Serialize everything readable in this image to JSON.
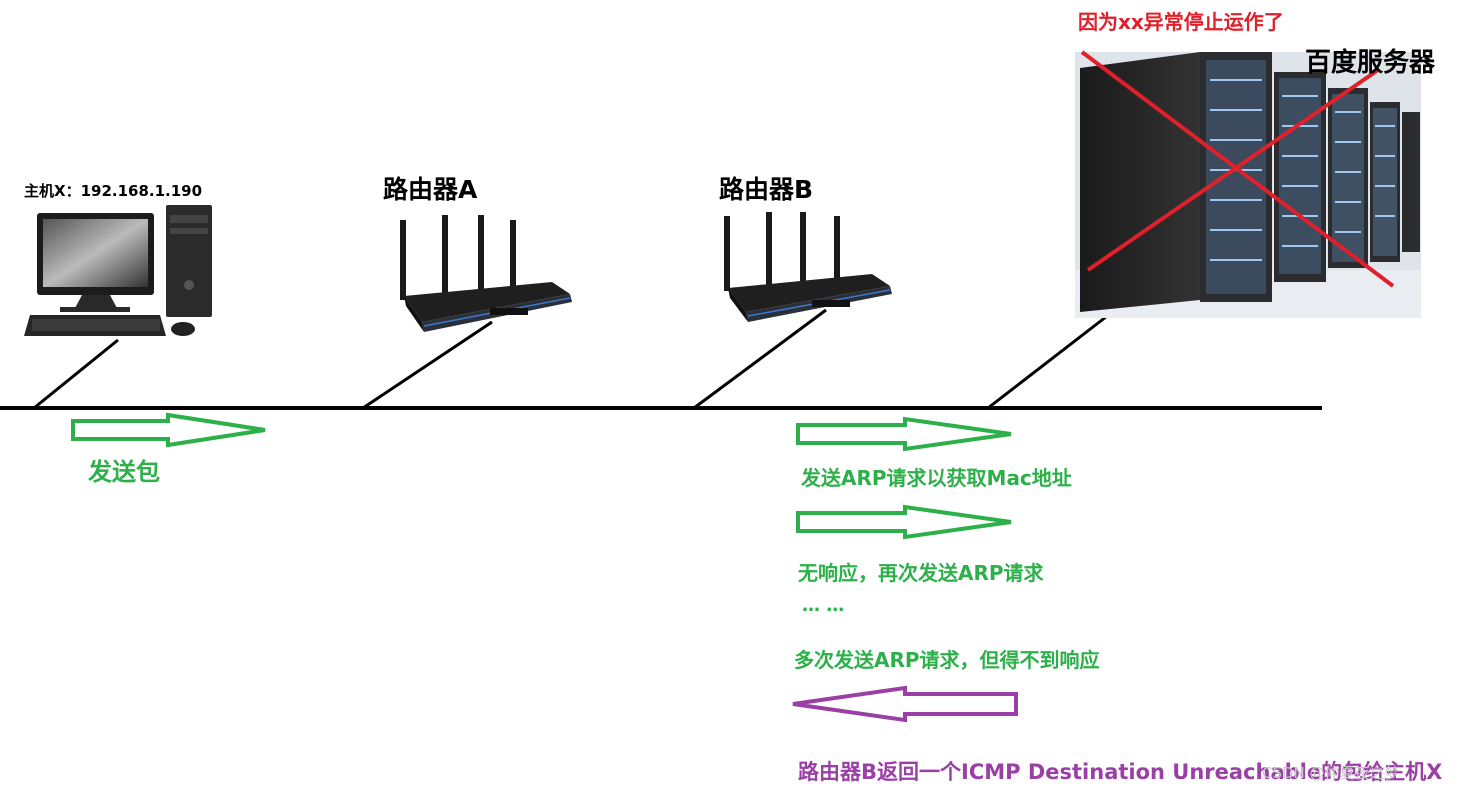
{
  "host": {
    "label": "主机X：192.168.1.190"
  },
  "router_a": {
    "label": "路由器A"
  },
  "router_b": {
    "label": "路由器B"
  },
  "server": {
    "label": "百度服务器",
    "error": "因为xx异常停止运作了"
  },
  "steps": {
    "send_packet": "发送包",
    "arp_request": "发送ARP请求以获取Mac地址",
    "no_response": "无响应，再次发送ARP请求",
    "ellipsis": "… …",
    "multiple_arp": "多次发送ARP请求，但得不到响应",
    "icmp_return": "路由器B返回一个ICMP Destination Unreachable的包给主机X"
  },
  "watermark": "CSDN @仲夏夜之梦",
  "colors": {
    "green": "#2db04a",
    "purple": "#9a3fa6",
    "red": "#e0202a",
    "line": "#000000"
  }
}
